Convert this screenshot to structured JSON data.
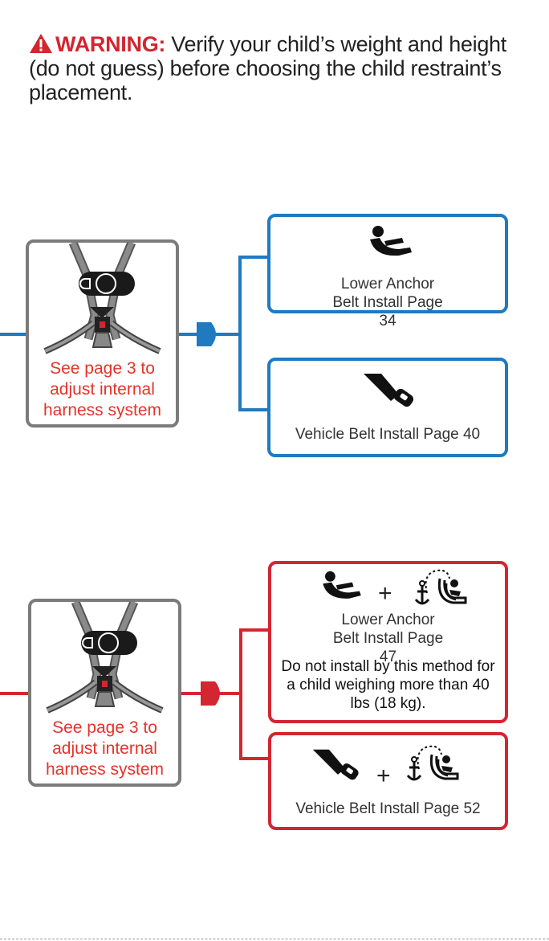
{
  "warning": {
    "label": "WARNING:",
    "text": " Verify your child’s weight and height (do not guess) before choosing the child restraint’s placement."
  },
  "section1": {
    "harness_text": "See page 3 to adjust internal harness system",
    "option1": "Lower Anchor Belt Install Page 34",
    "option2": "Vehicle Belt Install Page 40"
  },
  "section2": {
    "harness_text": "See page 3 to adjust internal harness system",
    "option1": "Lower Anchor Belt Install Page 47",
    "option1_note": "Do not install by this method for a child weighing more than 40 lbs (18 kg).",
    "option2": "Vehicle Belt Install Page 52",
    "plus": "+"
  },
  "colors": {
    "blue": "#1f7ac0",
    "red": "#d22630",
    "gray": "#7b7b7b"
  }
}
